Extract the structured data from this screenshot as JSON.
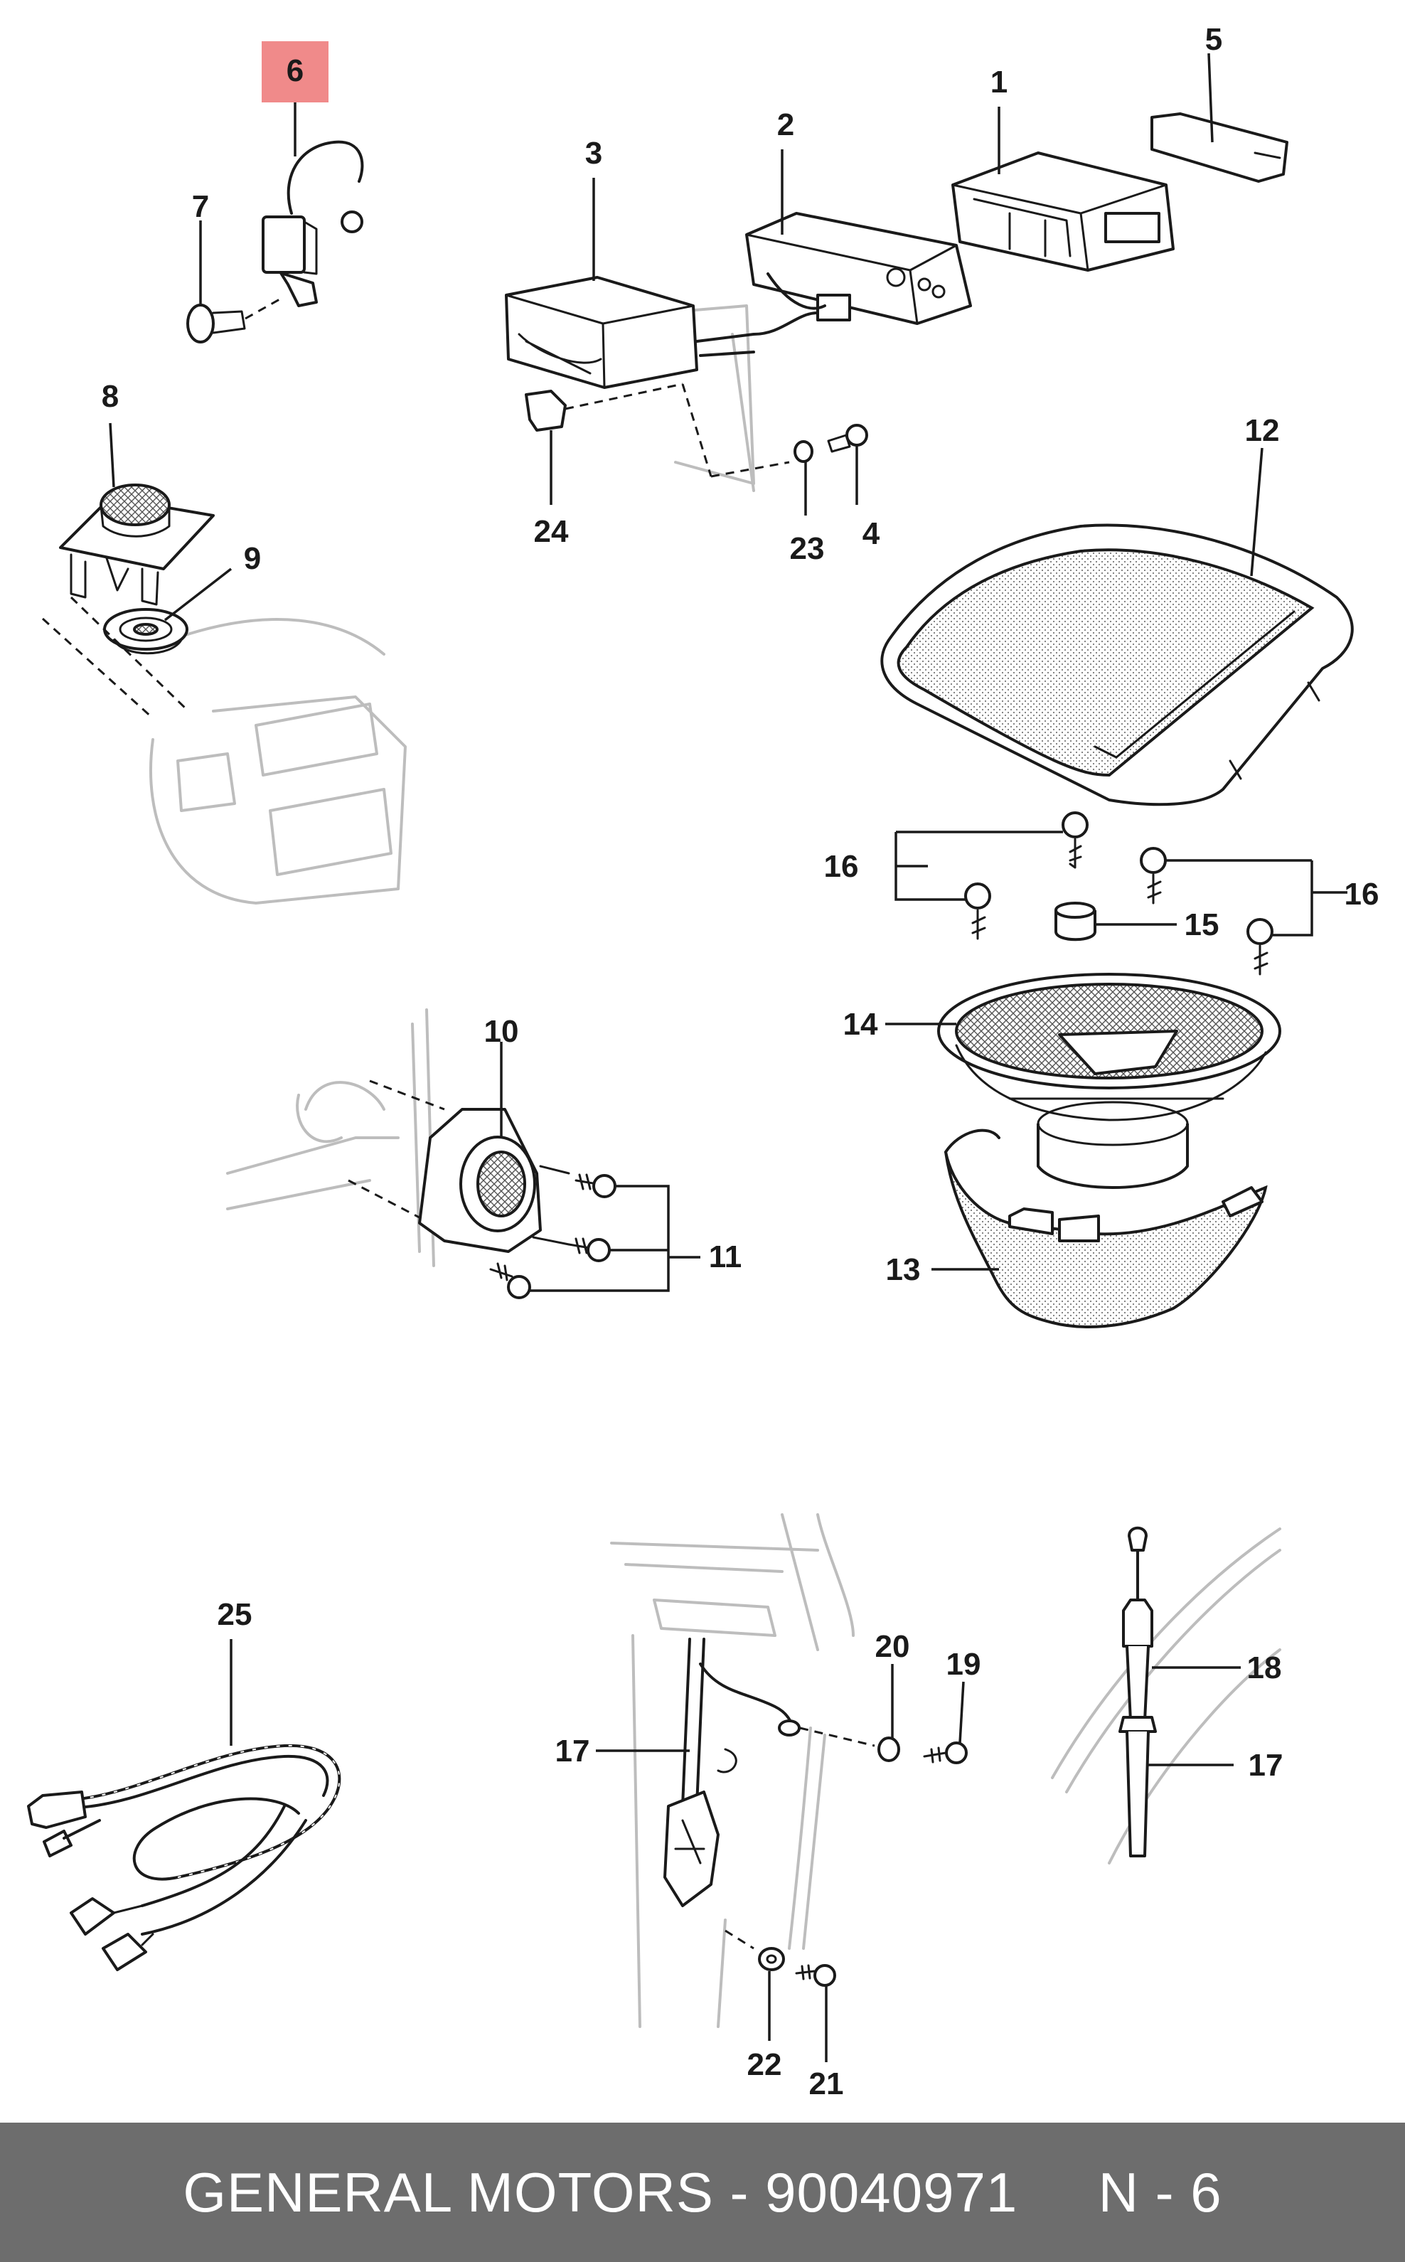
{
  "diagram": {
    "callouts": [
      "1",
      "2",
      "3",
      "4",
      "5",
      "6",
      "7",
      "8",
      "9",
      "10",
      "11",
      "12",
      "13",
      "14",
      "15",
      "16",
      "16",
      "17",
      "17",
      "18",
      "19",
      "20",
      "21",
      "22",
      "23",
      "24",
      "25"
    ],
    "highlight_callout": "6",
    "highlight_color": "#f08a8a"
  },
  "footer": {
    "brand": "GENERAL MOTORS",
    "separator": "-",
    "part_number": "90040971",
    "page_ref": "N - 6",
    "background": "#6d6d6d",
    "text_color": "#ffffff"
  }
}
